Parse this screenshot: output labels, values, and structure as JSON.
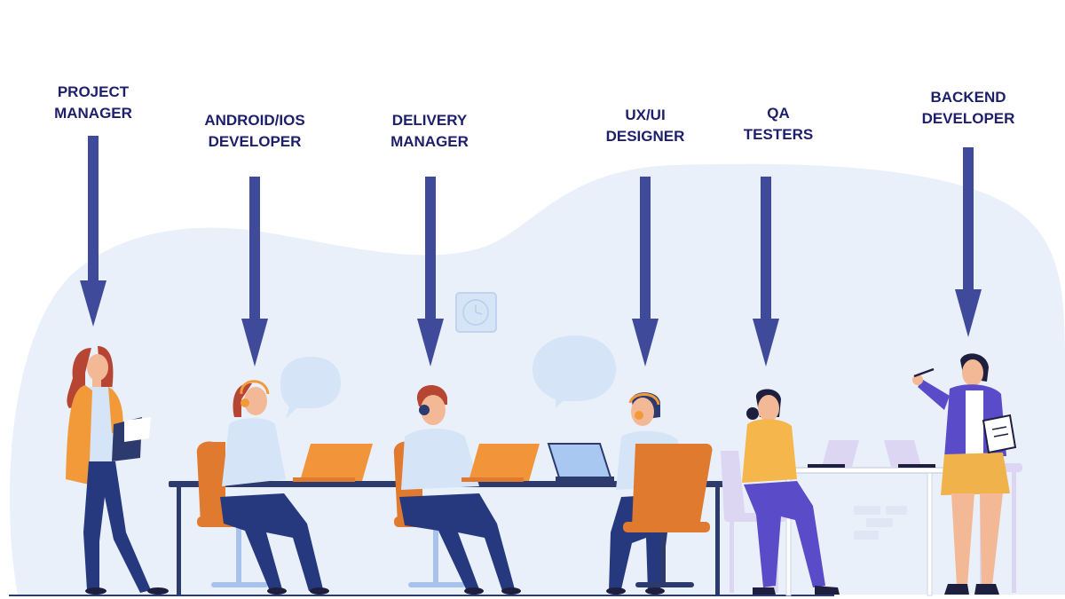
{
  "roles": [
    {
      "line1": "PROJECT",
      "line2": "MANAGER"
    },
    {
      "line1": "ANDROID/IOS",
      "line2": "DEVELOPER"
    },
    {
      "line1": "DELIVERY",
      "line2": "MANAGER"
    },
    {
      "line1": "UX/UI",
      "line2": "DESIGNER"
    },
    {
      "line1": "QA",
      "line2": "TESTERS"
    },
    {
      "line1": "BACKEND",
      "line2": "DEVELOPER"
    }
  ],
  "colors": {
    "label": "#1e1f6b",
    "arrow": "#3f4a9a",
    "blob": "#e9f0fa",
    "chair": "#e07a2e",
    "laptop": "#f2953a",
    "shirt_light": "#d6e4f7",
    "pants": "#26397f",
    "purple_jacket": "#5a4bc9"
  },
  "icons": [
    "wall-clock-icon",
    "speech-bubble-icon",
    "headset-icon",
    "laptop-icon",
    "clipboard-icon"
  ]
}
